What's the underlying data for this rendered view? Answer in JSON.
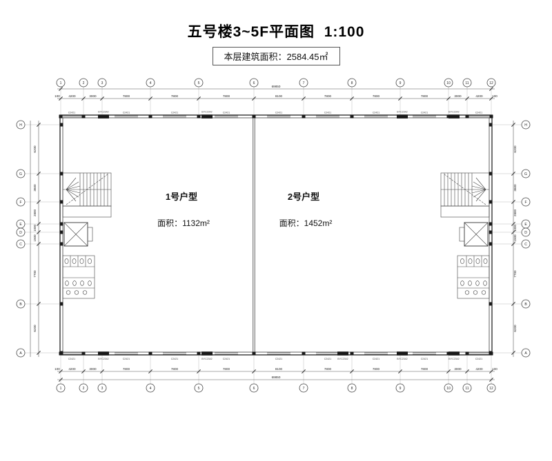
{
  "title": "五号楼3~5F平面图  1:100",
  "area_note": "本层建筑面积：2584.45㎡",
  "plan": {
    "unit1": {
      "name": "1号户型",
      "area": "面积：1132m²"
    },
    "unit2": {
      "name": "2号户型",
      "area": "面积：1452m²"
    },
    "grid": {
      "col_labels": [
        "1",
        "2",
        "3",
        "4",
        "5",
        "6",
        "7",
        "8",
        "9",
        "10",
        "11",
        "12"
      ],
      "top_dims": [
        "4200",
        "3000",
        "7800",
        "7800",
        "7800",
        "8100",
        "7800",
        "7800",
        "7800",
        "3000",
        "4200"
      ],
      "bottom_dims": [
        "4200",
        "3000",
        "7800",
        "7800",
        "7800",
        "8100",
        "7800",
        "7800",
        "7800",
        "3000",
        "4200"
      ],
      "end_dim": "100",
      "total_top": "69850",
      "total_bottom": "69850",
      "row_labels": [
        "H",
        "G",
        "F",
        "E",
        "D",
        "C",
        "B",
        "A"
      ],
      "left_dims": [
        "6200",
        "3600",
        "2800",
        "1000",
        "1500",
        "7700",
        "6200"
      ],
      "right_dims": [
        "6200",
        "3600",
        "2800",
        "1000",
        "1500",
        "7700",
        "6200"
      ]
    },
    "window_label": "C2421",
    "box_label": "BYC2342"
  }
}
